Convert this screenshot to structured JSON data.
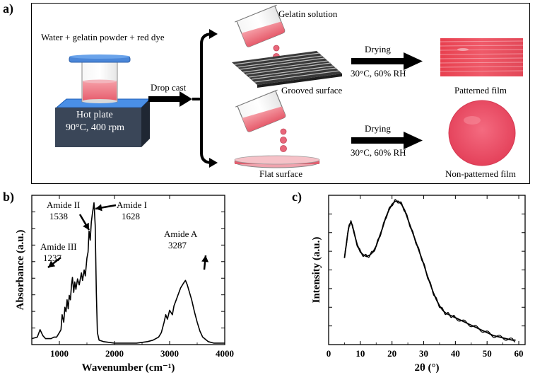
{
  "panel_a": {
    "letter": "a)",
    "ingredients": "Water + gelatin powder + red dye",
    "hot_plate_title": "Hot plate",
    "hot_plate_settings": "90°C, 400 rpm",
    "drop_cast": "Drop cast",
    "gelatin_solution": "Gelatin solution",
    "grooved_surface": "Grooved surface",
    "flat_surface": "Flat surface",
    "drying_top": "Drying",
    "drying_bottom": "Drying",
    "conditions_top": "30°C, 60% RH",
    "conditions_bottom": "30°C, 60% RH",
    "patterned_film": "Patterned film",
    "non_patterned_film": "Non-patterned film"
  },
  "panel_b": {
    "letter": "b)",
    "annotations": {
      "amide_ii_name": "Amide II",
      "amide_ii_value": "1538",
      "amide_i_name": "Amide I",
      "amide_i_value": "1628",
      "amide_iii_name": "Amide III",
      "amide_iii_value": "1237",
      "amide_a_name": "Amide A",
      "amide_a_value": "3287"
    }
  },
  "panel_c": {
    "letter": "c)"
  },
  "chart_data": [
    {
      "type": "line",
      "xlabel": "Wavenumber (cm⁻¹)",
      "ylabel": "Absorbance (a.u.)",
      "xlim": [
        500,
        4000
      ],
      "x_ticks": [
        "1000",
        "2000",
        "3000",
        "4000"
      ],
      "series": [
        {
          "x": [
            500,
            600,
            650,
            700,
            750,
            800,
            850,
            900,
            950,
            1000,
            1030,
            1050,
            1080,
            1100,
            1120,
            1140,
            1160,
            1180,
            1200,
            1220,
            1237,
            1260,
            1280,
            1300,
            1330,
            1360,
            1400,
            1420,
            1450,
            1470,
            1500,
            1520,
            1538,
            1560,
            1580,
            1600,
            1628,
            1650,
            1670,
            1690,
            1720,
            1800,
            2000,
            2200,
            2400,
            2600,
            2700,
            2800,
            2850,
            2900,
            2930,
            2960,
            3000,
            3050,
            3080,
            3120,
            3150,
            3200,
            3250,
            3287,
            3320,
            3360,
            3400,
            3450,
            3500,
            3550,
            3600,
            3700,
            3800,
            4000
          ],
          "y": [
            0.04,
            0.05,
            0.1,
            0.06,
            0.04,
            0.04,
            0.04,
            0.05,
            0.05,
            0.08,
            0.1,
            0.2,
            0.15,
            0.25,
            0.22,
            0.3,
            0.24,
            0.33,
            0.3,
            0.4,
            0.45,
            0.35,
            0.42,
            0.37,
            0.44,
            0.4,
            0.48,
            0.43,
            0.5,
            0.46,
            0.58,
            0.62,
            0.76,
            0.7,
            0.82,
            0.88,
            0.95,
            0.8,
            0.35,
            0.08,
            0.03,
            0.02,
            0.01,
            0.01,
            0.01,
            0.02,
            0.03,
            0.05,
            0.08,
            0.15,
            0.2,
            0.17,
            0.23,
            0.2,
            0.26,
            0.3,
            0.33,
            0.38,
            0.41,
            0.43,
            0.4,
            0.35,
            0.3,
            0.22,
            0.15,
            0.09,
            0.05,
            0.02,
            0.01,
            0.01
          ]
        }
      ]
    },
    {
      "type": "line",
      "xlabel": "2θ (°)",
      "ylabel": "Intensity (a.u.)",
      "xlim": [
        0,
        62
      ],
      "x_ticks": [
        "0",
        "10",
        "20",
        "30",
        "40",
        "50",
        "60"
      ],
      "series": [
        {
          "x": [
            5,
            5.5,
            6,
            6.5,
            7,
            7.5,
            8,
            9,
            10,
            11,
            12,
            13,
            14,
            15,
            16,
            17,
            18,
            19,
            20,
            21,
            22,
            23,
            24,
            25,
            26,
            27,
            28,
            29,
            30,
            31,
            32,
            33,
            34,
            35,
            36,
            37,
            38,
            39,
            40,
            42,
            44,
            46,
            48,
            50,
            52,
            54,
            56,
            58,
            59
          ],
          "y": [
            0.58,
            0.66,
            0.74,
            0.8,
            0.82,
            0.8,
            0.75,
            0.67,
            0.62,
            0.6,
            0.59,
            0.6,
            0.62,
            0.66,
            0.72,
            0.78,
            0.85,
            0.9,
            0.94,
            0.96,
            0.96,
            0.94,
            0.9,
            0.84,
            0.78,
            0.72,
            0.66,
            0.6,
            0.54,
            0.47,
            0.41,
            0.35,
            0.3,
            0.26,
            0.23,
            0.21,
            0.2,
            0.19,
            0.18,
            0.16,
            0.14,
            0.12,
            0.1,
            0.08,
            0.06,
            0.05,
            0.04,
            0.03,
            0.03
          ]
        }
      ]
    }
  ]
}
